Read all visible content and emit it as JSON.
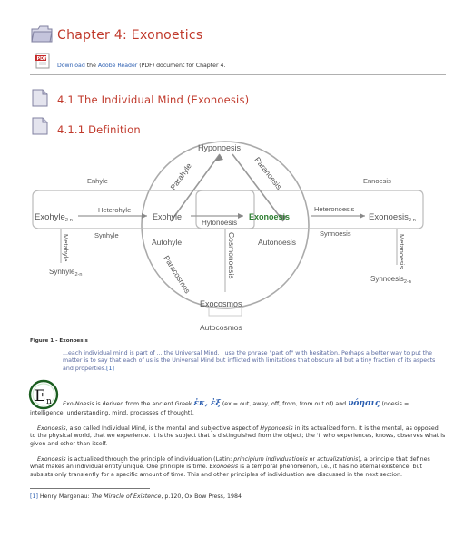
{
  "chapter": {
    "title": "Chapter 4: Exonoetics"
  },
  "download": {
    "link_text": "Download",
    "middle": " the ",
    "reader_text": "Adobe Reader",
    "rest": " (PDF) document for Chapter 4."
  },
  "sections": {
    "s1": "4.1 The Individual Mind (Exonoesis)",
    "s2": "4.1.1 Definition"
  },
  "diagram": {
    "labels": {
      "hyponoesis": "Hyponoesis",
      "parahyle": "Parahyle",
      "paranoesis": "Paranoesis",
      "enhyle": "Enhyle",
      "ennoesis": "Ennoesis",
      "heterohyle": "Heterohyle",
      "heteronoesis": "Heteronoesis",
      "exohyle": "Exohyle",
      "exohyle_sub": "2-n",
      "exohyle_center": "Exohyle",
      "hylonoesis": "Hylonoesis",
      "exonoesis_center": "Exonoesis",
      "exonoesis_right": "Exonoesis",
      "exonoesis_sub": "2-n",
      "synhyle": "Synhyle",
      "synnoesis": "Synnoesis",
      "autohyle": "Autohyle",
      "autonoesis": "Autonoesis",
      "metahyle": "Metahyle",
      "metanoesis": "Metanoesis",
      "synhyle_bottom": "Synhyle",
      "synhyle_bottom_sub": "2-n",
      "synnoesis_bottom": "Synnoesis",
      "synnoesis_bottom_sub": "2-n",
      "cosmonoesis": "Cosmonoesis",
      "paracosmos": "Paracosmos",
      "exocosmos": "Exocosmos",
      "autocosmos": "Autocosmos"
    }
  },
  "figure": {
    "caption": "Figure 1 - Exonoesis"
  },
  "quote": {
    "text": "...each individual mind is part of ... the Universal Mind. I use the phrase \"part of\" with hesitation. Perhaps a better way to put the matter is to say that each of us is the Universal Mind but inflicted with limitations that obscure all but a tiny fraction of its aspects and properties.",
    "ref": "[1]"
  },
  "logo": {
    "letter": "E",
    "sub": "n"
  },
  "etymology": {
    "lead": "Exo-Noesis",
    "text1": " is derived from the ancient Greek ",
    "greek1": "ἐκ, ἐξ",
    "text2": " (ex = out, away, off, from, from out of) and ",
    "greek2": "νόησις",
    "text3": " (noesis =",
    "line2": "intelligence, understanding, mind, processes of thought)."
  },
  "para1": {
    "lead": "Exonoesis",
    "text": ", also called Individual Mind, is the mental and subjective aspect of ",
    "term": "Hyponoesis",
    "text2": " in its actualized form. It is the mental, as opposed to the physical world, that we experience. It is the subject that is distinguished from the object; the 'I' who experiences, knows, observes what is given and other than itself."
  },
  "para2": {
    "lead": "Exonoesis",
    "text": " is actualized through the principle of individuation (Latin: ",
    "latin": "principium individuationis",
    "text2": " or ",
    "latin2": "actualizationis",
    "text3": "), a principle that defines what makes an individual entity unique. One principle is time. ",
    "term": "Exonoesis",
    "text4": " is a temporal phenomenon, i.e., it has no eternal existence, but subsists only transiently for a specific amount of time. This and other principles of individuation are discussed in the next section."
  },
  "footnote": {
    "num": "[1]",
    "author": " Henry Margenau: ",
    "title": "The Miracle of Existence",
    "rest": ", p.120, Ox Bow Press, 1984"
  }
}
